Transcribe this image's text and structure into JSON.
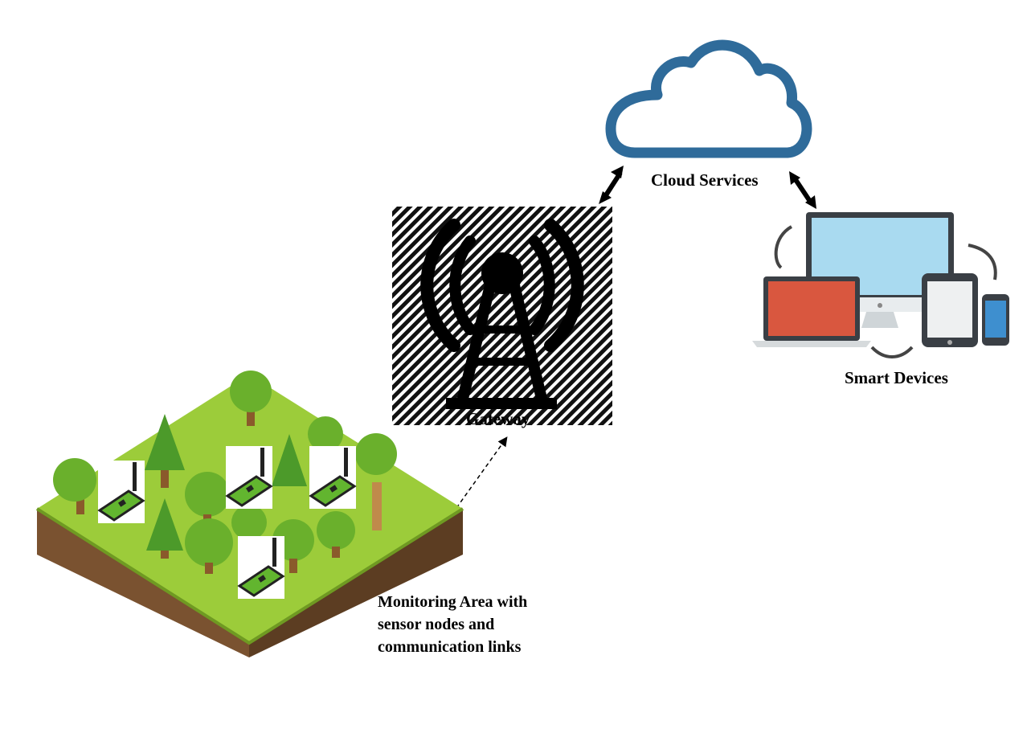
{
  "labels": {
    "cloud": "Cloud Services",
    "devices": "Smart Devices",
    "gateway": "Gateway",
    "area": [
      "Monitoring Area with",
      "sensor nodes and",
      "communication links"
    ]
  },
  "colors": {
    "cloud_outline": "#2f6b9a",
    "grass": "#9ccc3a",
    "soil": "#7a5230",
    "tree": "#6ab02c",
    "sensor_board": "#62b52f",
    "laptop_screen": "#d9573f",
    "monitor_screen": "#a9daf0",
    "phone_screen": "#3e8fcf"
  },
  "icons": [
    "cloud-icon",
    "gateway-tower-icon",
    "sensor-node-icon",
    "laptop-icon",
    "monitor-icon",
    "tablet-icon",
    "phone-icon",
    "tree-icon"
  ]
}
